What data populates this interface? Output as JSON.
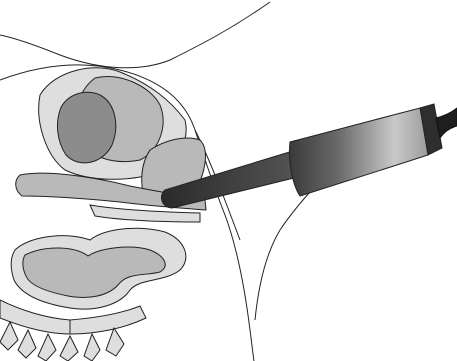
{
  "diagram": {
    "subject": "sagittal-pelvic-anatomy-with-ultrasound-probe",
    "colors": {
      "background": "#ffffff",
      "outline": "#222222",
      "organ_fill": "#b9b9b9",
      "organ_fill_dark": "#8c8c8c",
      "organ_fill_light": "#dedede",
      "probe_dark": "#2e2e2e",
      "probe_mid": "#8a8a8a",
      "probe_light": "#e6e6e6"
    },
    "parts": [
      "body-outline",
      "pelvic-organs",
      "intestines",
      "spine",
      "transvaginal-probe",
      "probe-cable"
    ]
  }
}
